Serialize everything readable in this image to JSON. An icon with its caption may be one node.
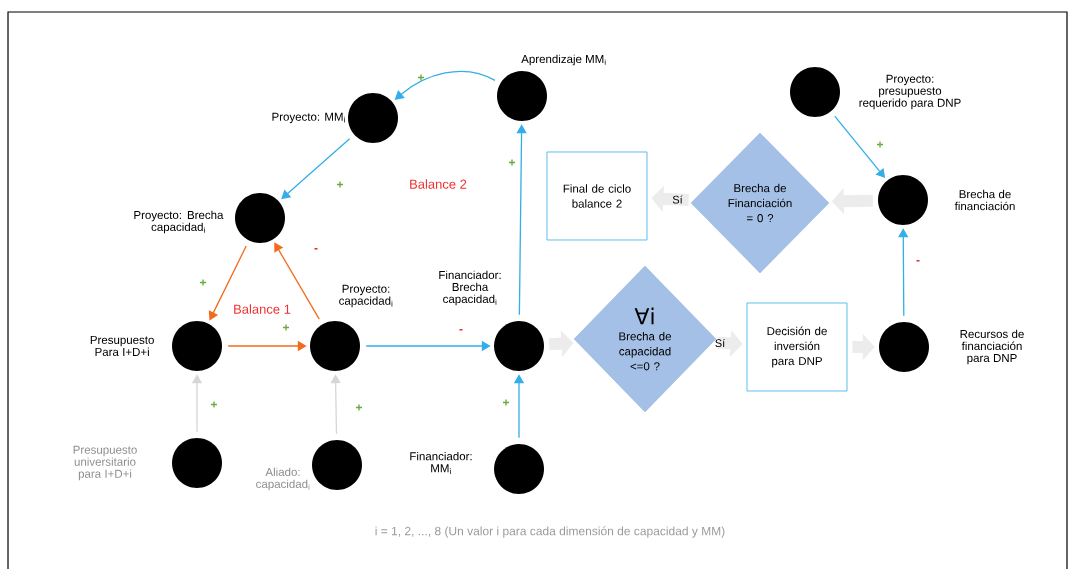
{
  "diagram": {
    "caption": "i = 1, 2, ..., 8 (Un valor i para cada dimensión de capacidad y MM)",
    "nodes": [
      {
        "text": [],
        "shape": "circle",
        "beside": [
          "Aprendizaje MM$_{i}$"
        ]
      },
      {
        "text": [],
        "shape": "circle",
        "beside": [
          "Proyecto: MM$_{i}$"
        ]
      },
      {
        "text": [],
        "shape": "circle",
        "beside": [
          "Proyecto: Brecha capacidad$_{i}$"
        ]
      },
      {
        "text": [],
        "shape": "circle",
        "beside": [
          "Presupuesto Para I+D+i"
        ]
      },
      {
        "text": [],
        "shape": "circle",
        "beside": [
          "Proyecto: capacidad$_{i}$"
        ]
      },
      {
        "text": [],
        "shape": "circle",
        "beside": [
          "Financiador: Brecha capacidad$_{i}$"
        ]
      },
      {
        "text": [],
        "shape": "circle",
        "beside": [
          "Presupuesto universitario para I+D+i"
        ]
      },
      {
        "text": [],
        "shape": "circle",
        "beside": [
          "Aliado: capacidad$_{i}$"
        ]
      },
      {
        "text": [],
        "shape": "circle",
        "beside": [
          "Financiador: MM$_{i}$"
        ]
      },
      {
        "text": [
          "∀i",
          "Brecha de capacidad <=0 ?"
        ]
      },
      {
        "text": [
          "Decisión de inversión para DNP"
        ]
      },
      {
        "text": [],
        "shape": "circle",
        "beside": [
          "Recursos de financiación para DNP"
        ]
      },
      {
        "text": [],
        "shape": "circle",
        "beside": [
          "Proyecto: presupuesto requerido para DNP"
        ]
      },
      {
        "text": [],
        "shape": "circle",
        "beside": [
          "Brecha de financiación"
        ]
      },
      {
        "text": [
          "Brecha de Financiación = 0 ?"
        ]
      },
      {
        "text": [
          "Final de ciclo balance 2"
        ]
      }
    ],
    "edges": [
      {
        "from": 0,
        "to": 1,
        "arrow": "to",
        "label": "+"
      },
      {
        "from": 1,
        "to": 2,
        "arrow": "to",
        "label": "+"
      },
      {
        "from": 2,
        "to": 3,
        "arrow": "to",
        "label": "+",
        "color": "#f26b1d"
      },
      {
        "from": 4,
        "to": 2,
        "arrow": "to",
        "label": "-",
        "color": "#f26b1d"
      },
      {
        "from": 3,
        "to": 4,
        "arrow": "to",
        "label": "+",
        "color": "#f26b1d"
      },
      {
        "from": 4,
        "to": 5,
        "arrow": "to",
        "label": "-"
      },
      {
        "from": 6,
        "to": 3,
        "arrow": "to",
        "label": "+",
        "color": "#d6d6d6"
      },
      {
        "from": 7,
        "to": 4,
        "arrow": "to",
        "label": "+",
        "color": "#d6d6d6"
      },
      {
        "from": 8,
        "to": 5,
        "arrow": "to",
        "label": "+"
      },
      {
        "from": 5,
        "to": 0,
        "arrow": "to",
        "label": "+"
      },
      {
        "from": 5,
        "to": 9,
        "arrow": "to",
        "style": "thick",
        "color": "#ececec"
      },
      {
        "from": 9,
        "to": 10,
        "arrow": "to",
        "label": "Sí",
        "style": "thick",
        "color": "#ececec"
      },
      {
        "from": 10,
        "to": 11,
        "arrow": "to",
        "style": "thick",
        "color": "#ececec"
      },
      {
        "from": 11,
        "to": 13,
        "arrow": "to",
        "label": "-"
      },
      {
        "from": 12,
        "to": 13,
        "arrow": "to",
        "label": "+"
      },
      {
        "from": 13,
        "to": 14,
        "arrow": "to",
        "style": "thick",
        "color": "#ececec"
      },
      {
        "from": 14,
        "to": 15,
        "arrow": "to",
        "label": "Sí",
        "style": "thick",
        "color": "#ececec"
      }
    ],
    "labels": [
      "Balance 2",
      "Balance 1"
    ]
  }
}
